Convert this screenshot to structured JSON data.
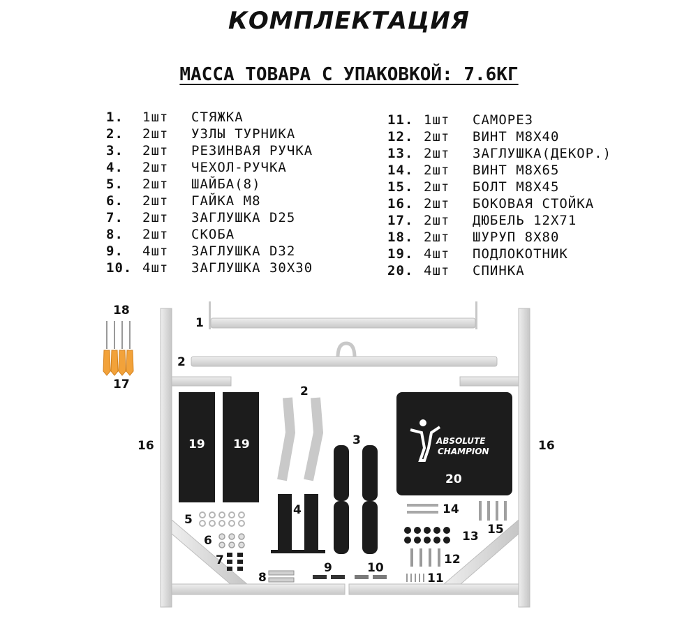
{
  "title": "КОМПЛЕКТАЦИЯ",
  "mass": "МАССА ТОВАРА С УПАКОВКОЙ: 7.6КГ",
  "items_left": [
    {
      "num": "1.",
      "qty": "1шт",
      "name": "СТЯЖКА"
    },
    {
      "num": "2.",
      "qty": "2шт",
      "name": "УЗЛЫ ТУРНИКА"
    },
    {
      "num": "3.",
      "qty": "2шт",
      "name": "РЕЗИНВАЯ РУЧКА"
    },
    {
      "num": "4.",
      "qty": "2шт",
      "name": "ЧЕХОЛ-РУЧКА"
    },
    {
      "num": "5.",
      "qty": "2шт",
      "name": "ШАЙБА(8)"
    },
    {
      "num": "6.",
      "qty": "2шт",
      "name": "ГАЙКА М8"
    },
    {
      "num": "7.",
      "qty": "2шт",
      "name": "ЗАГЛУШКА D25"
    },
    {
      "num": "8.",
      "qty": "2шт",
      "name": "СКОБА"
    },
    {
      "num": "9.",
      "qty": "4шт",
      "name": "ЗАГЛУШКА D32"
    },
    {
      "num": "10.",
      "qty": "4шт",
      "name": "ЗАГЛУШКА 30Х30"
    }
  ],
  "items_right": [
    {
      "num": "11.",
      "qty": "1шт",
      "name": "САМОРЕЗ"
    },
    {
      "num": "12.",
      "qty": "2шт",
      "name": "ВИНТ М8Х40"
    },
    {
      "num": "13.",
      "qty": "2шт",
      "name": "ЗАГЛУШКА(ДЕКОР.)"
    },
    {
      "num": "14.",
      "qty": "2шт",
      "name": "ВИНТ М8Х65"
    },
    {
      "num": "15.",
      "qty": "2шт",
      "name": "БОЛТ М8Х45"
    },
    {
      "num": "16.",
      "qty": "2шт",
      "name": "БОКОВАЯ СТОЙКА"
    },
    {
      "num": "17.",
      "qty": "2шт",
      "name": "ДЮБЕЛЬ 12Х71"
    },
    {
      "num": "18.",
      "qty": "2шт",
      "name": "ШУРУП 8Х80"
    },
    {
      "num": "19.",
      "qty": "4шт",
      "name": "ПОДЛОКОТНИК"
    },
    {
      "num": "20.",
      "qty": "4шт",
      "name": "СПИНКА"
    }
  ],
  "diagram_labels": {
    "l1": "1",
    "l2a": "2",
    "l2b": "2",
    "l3": "3",
    "l4": "4",
    "l5": "5",
    "l6": "6",
    "l7": "7",
    "l8": "8",
    "l9": "9",
    "l10": "10",
    "l11": "11",
    "l12": "12",
    "l13": "13",
    "l14": "14",
    "l15": "15",
    "l16a": "16",
    "l16b": "16",
    "l17": "17",
    "l18": "18",
    "l19a": "19",
    "l19b": "19",
    "l20": "20"
  },
  "logo_text": {
    "line1": "ABSOLUTE",
    "line2": "CHAMPION"
  },
  "colors": {
    "frame": "#d9d9d9",
    "frame_stroke": "#bdbdbd",
    "pad": "#1c1c1c",
    "dowel": "#f2a23a"
  }
}
